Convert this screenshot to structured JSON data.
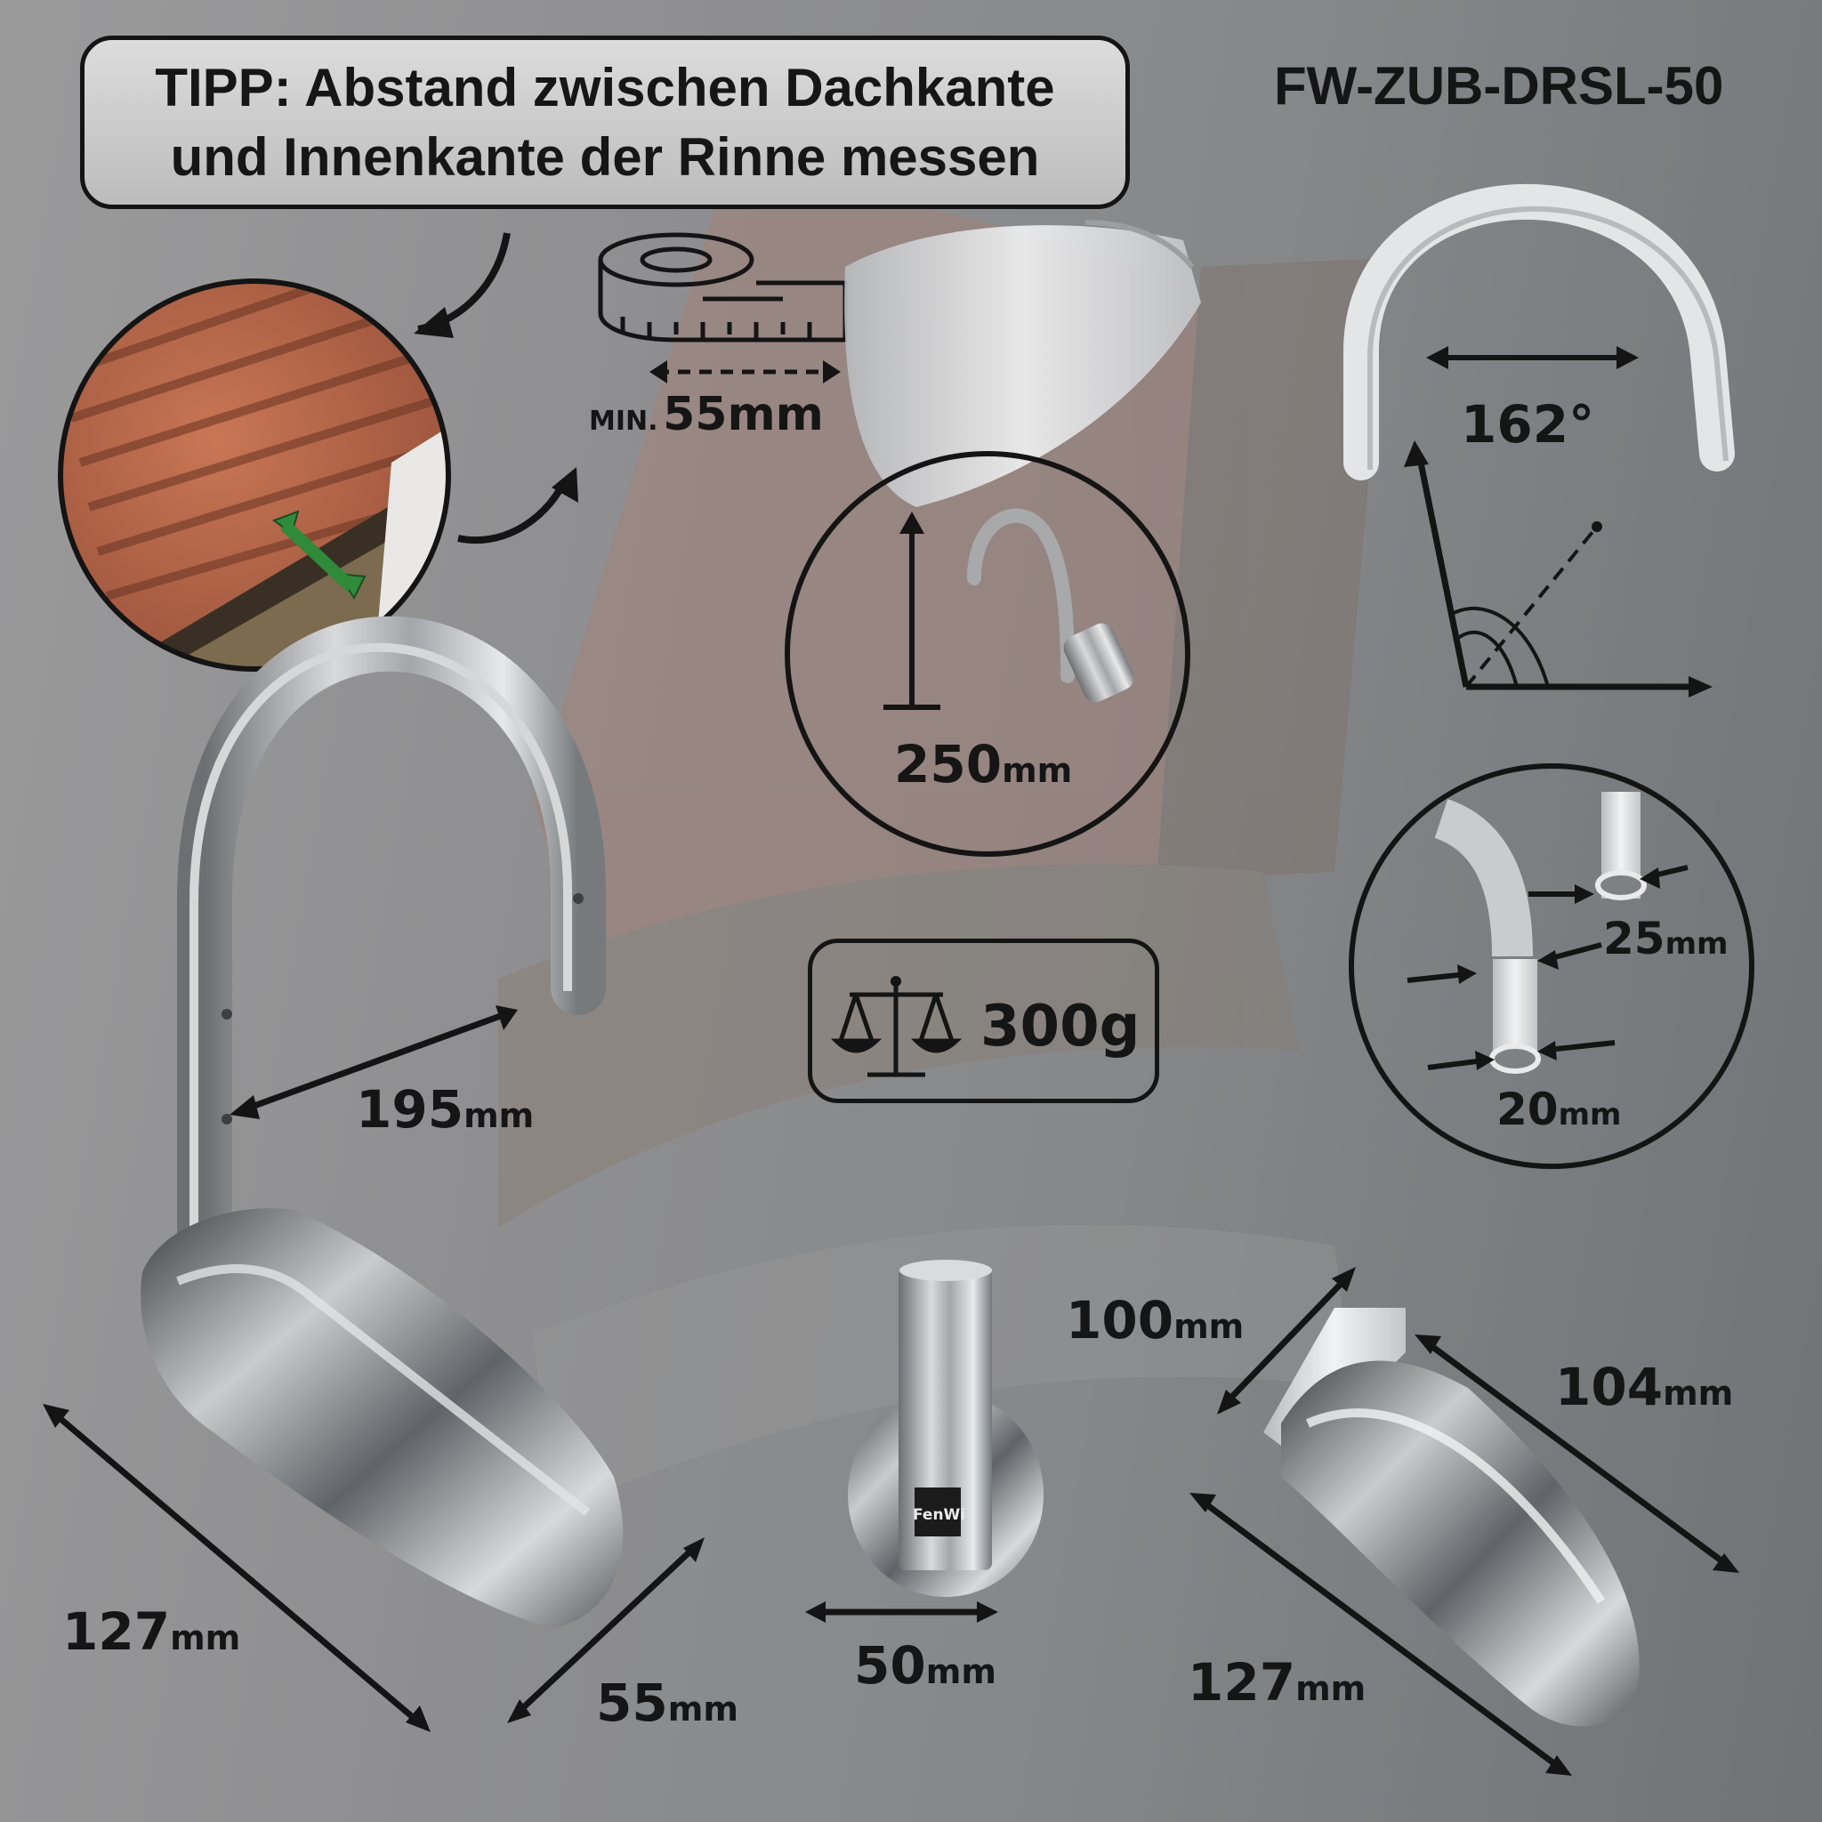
{
  "tip": {
    "line1": "TIPP: Abstand zwischen Dachkante",
    "line2": "und Innenkante  der Rinne messen"
  },
  "product_code": "FW-ZUB-DRSL-50",
  "measure": {
    "min_prefix": "MIN.",
    "min_value": "55mm"
  },
  "height": {
    "value": "250",
    "unit": "mm"
  },
  "angle": {
    "value": "162°"
  },
  "weight": {
    "value": "300g"
  },
  "hook_reach": {
    "value": "195",
    "unit": "mm"
  },
  "tube": {
    "outer": {
      "value": "25",
      "unit": "mm"
    },
    "inner": {
      "value": "20",
      "unit": "mm"
    }
  },
  "scoop_length_left": {
    "value": "127",
    "unit": "mm"
  },
  "scoop_width": {
    "value": "55",
    "unit": "mm"
  },
  "base_width": {
    "value": "50",
    "unit": "mm"
  },
  "shaft_height": {
    "value": "100",
    "unit": "mm"
  },
  "scoop_depth": {
    "value": "104",
    "unit": "mm"
  },
  "scoop_length_right": {
    "value": "127",
    "unit": "mm"
  },
  "brand_logo_text": "FenWi",
  "colors": {
    "arrow": "#141414",
    "green_arrow": "#2f8a3a",
    "tile": "#b5654a"
  }
}
